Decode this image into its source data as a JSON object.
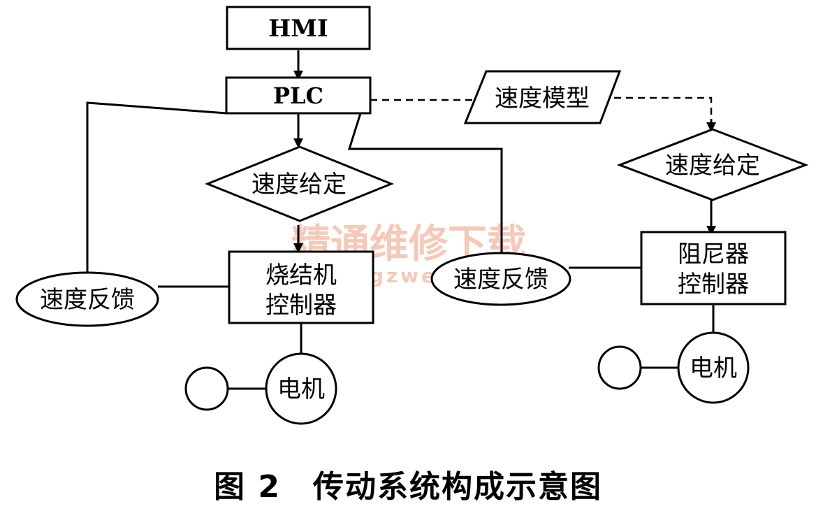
{
  "diagram": {
    "hmi": "HMI",
    "plc": "PLC",
    "left_speed_set": "速度给定",
    "left_speed_feedback": "速度反馈",
    "sinter_controller_line1": "烧结机",
    "sinter_controller_line2": "控制器",
    "left_motor": "电机",
    "speed_model": "速度模型",
    "right_speed_set": "速度给定",
    "middle_speed_feedback": "速度反馈",
    "damper_controller_line1": "阻尼器",
    "damper_controller_line2": "控制器",
    "right_motor": "电机"
  },
  "watermark": {
    "line1": "精通维修下载",
    "line2": "www.gzweix.com"
  },
  "caption": "图 2　传动系统构成示意图"
}
